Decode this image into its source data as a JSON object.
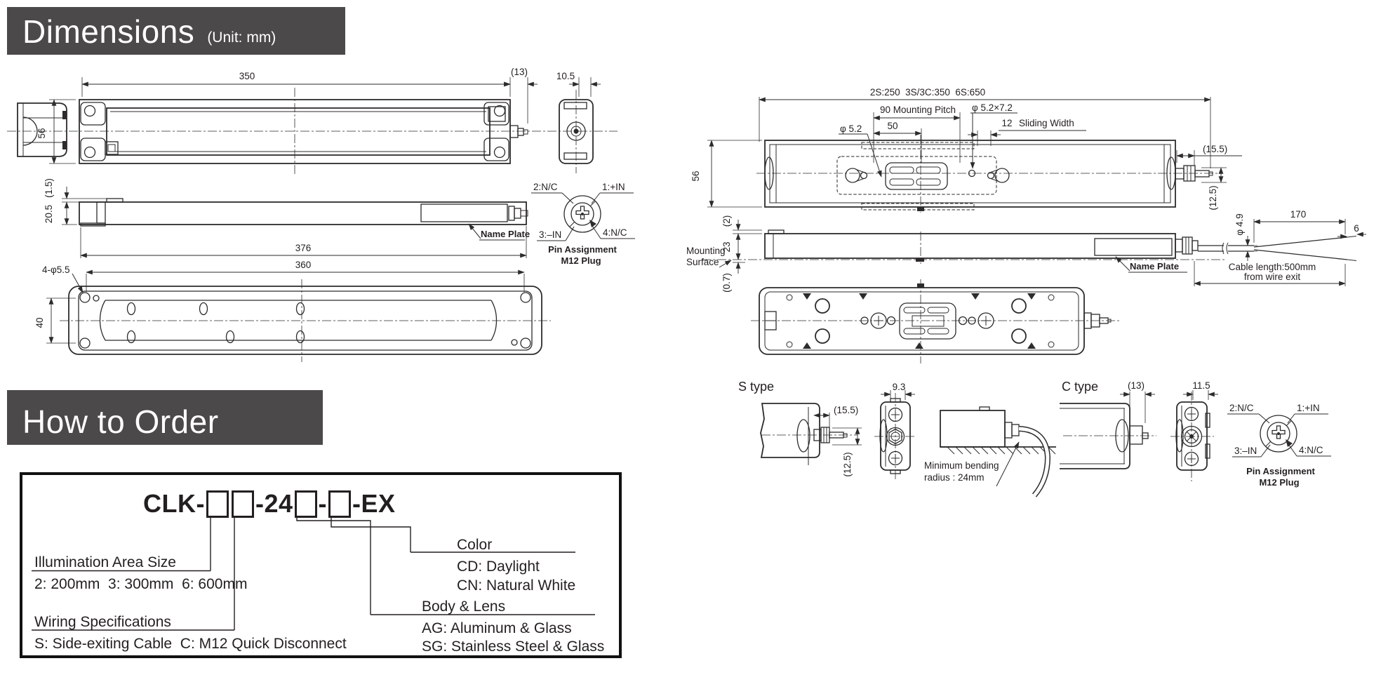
{
  "banners": {
    "dimensions": "Dimensions",
    "unit": "(Unit: mm)",
    "how_to_order": "How to Order"
  },
  "left": {
    "dim_350": "350",
    "dim_13": "(13)",
    "dim_105": "10.5",
    "dim_56": "56",
    "dim_15": "(1.5)",
    "dim_205": "20.5",
    "dim_376": "376",
    "dim_360": "360",
    "dim_40": "40",
    "holes": "4-φ5.5",
    "name_plate": "Name Plate"
  },
  "pin": {
    "p1": "1:+IN",
    "p2": "2:N/C",
    "p3": "3:–IN",
    "p4": "4:N/C",
    "caption_line1": "Pin Assignment",
    "caption_line2": "M12 Plug"
  },
  "right": {
    "overall": "2S:250  3S/3C:350  6S:650",
    "pitch": "90 Mounting Pitch",
    "dim_50": "50",
    "hole": "φ 5.2",
    "slot": "φ 5.2×7.2",
    "dim_12": "12",
    "sliding": "Sliding Width",
    "dim_56": "56",
    "dim_155": "(15.5)",
    "dim_125": "(12.5)",
    "dim_2": "(2)",
    "dim_23": "23",
    "dim_07": "(0.7)",
    "mounting_line1": "Mounting",
    "mounting_line2": "Surface",
    "name_plate": "Name Plate",
    "cable_dia": "φ 4.9",
    "dim_170": "170",
    "dim_6": "6",
    "cable_note1": "Cable length:500mm",
    "cable_note2": "from wire exit"
  },
  "s_type": {
    "label": "S type",
    "dim_93": "9.3",
    "dim_155": "(15.5)",
    "dim_125": "(12.5)",
    "bend_line1": "Minimum bending",
    "bend_line2": "radius : 24mm"
  },
  "c_type": {
    "label": "C type",
    "dim_13": "(13)",
    "dim_115": "11.5"
  },
  "order": {
    "model_prefix": "CLK-",
    "model_mid": "-24",
    "model_dash": "-",
    "model_suffix": "-EX",
    "illum_title": "Illumination Area Size",
    "illum_options": "2: 200mm  3: 300mm  6: 600mm",
    "wiring_title": "Wiring Specifications",
    "wiring_options": "S: Side-exiting Cable  C: M12 Quick Disconnect",
    "color_title": "Color",
    "color_cd": "CD: Daylight",
    "color_cn": "CN: Natural White",
    "body_title": "Body & Lens",
    "body_ag": "AG: Aluminum & Glass",
    "body_sg": "SG: Stainless Steel & Glass"
  },
  "colors": {
    "banner_bg": "#4c494a",
    "ink": "#231f20"
  }
}
